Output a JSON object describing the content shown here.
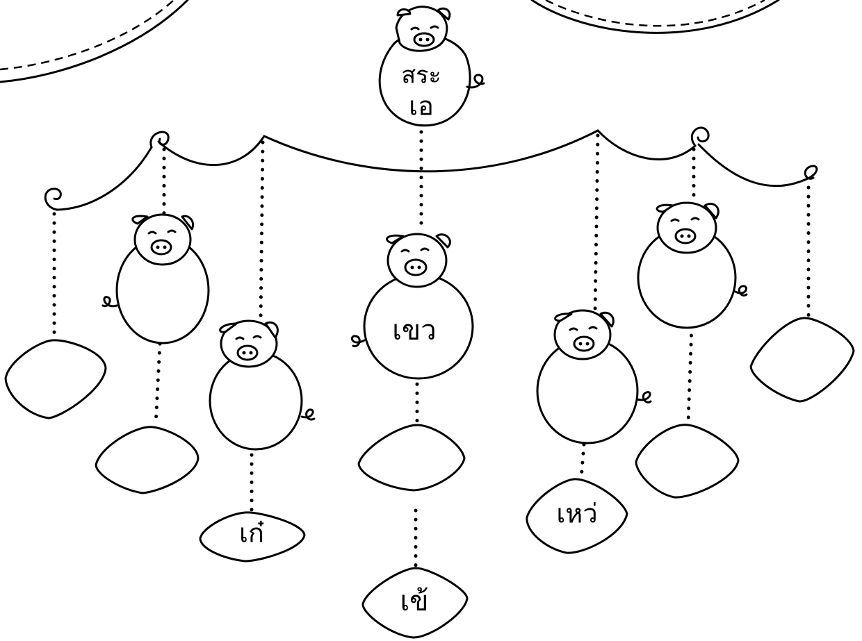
{
  "worksheet": {
    "top_pig": {
      "line1": "สระ",
      "line2": "เอ"
    },
    "center_pig": {
      "word": "เขว"
    },
    "tags": {
      "tag_left_low": "เก๋",
      "tag_center_bottom": "เข้",
      "tag_right_low": "เหว่"
    }
  }
}
